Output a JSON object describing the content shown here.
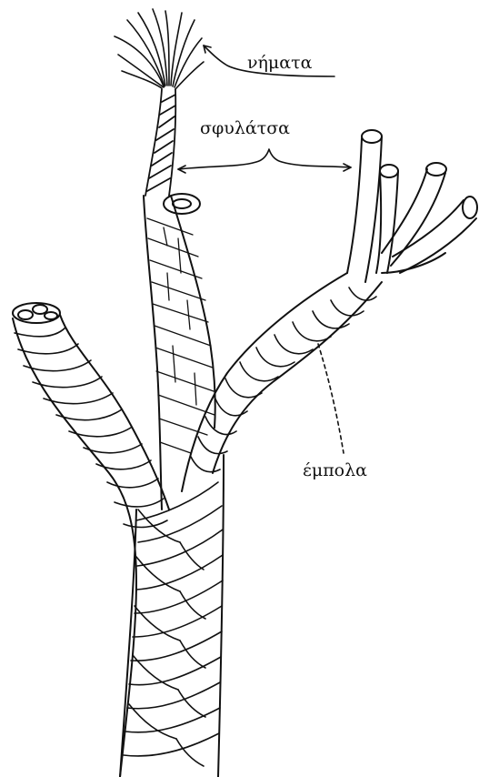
{
  "labels": {
    "fibers": "νήματα",
    "yarn": "σφυλάτσα",
    "strand": "έμπολα"
  },
  "colors": {
    "ink": "#111111",
    "background": "#ffffff"
  }
}
